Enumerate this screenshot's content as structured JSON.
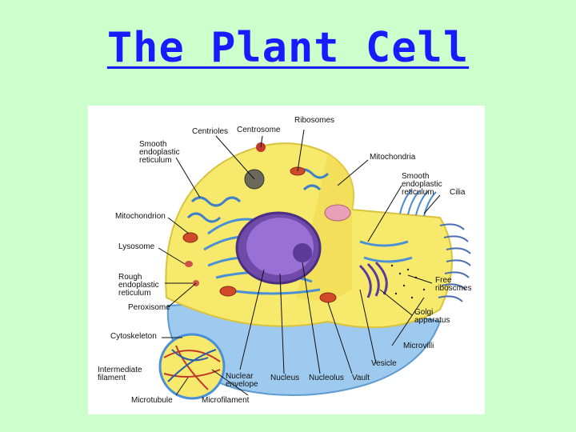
{
  "slide": {
    "title": "The Plant Cell",
    "background": "#ccffcc",
    "title_color": "#1a1aff"
  },
  "diagram": {
    "labels": {
      "centrioles": "Centrioles",
      "centrosome": "Centrosome",
      "ribosomes": "Ribosomes",
      "smooth_er_left": "Smooth\nendoplastic\nreticulum",
      "mitochondria": "Mitochondria",
      "smooth_er_right": "Smooth\nendoplastic\nreticulum",
      "cilia": "Cilia",
      "mitochondrion": "Mitochondrion",
      "lysosome": "Lysosome",
      "rough_er": "Rough\nendoplastic\nreticulum",
      "peroxisome": "Peroxisome",
      "free_ribosomes": "Free\nriboscmes",
      "golgi": "Golgi\napparatus",
      "cytoskeleton": "Cytoskeleton",
      "microvilli": "Microvilli",
      "vesicle": "Vesicle",
      "intermediate_filament": "Intermediate\nfilament",
      "nuclear_envelope": "Nuclear\nenvelope",
      "nucleus": "Nucleus",
      "nucleolus": "Nucleolus",
      "vault": "Vault",
      "microtubule": "Microtubule",
      "microfilament": "Microfilament"
    },
    "colors": {
      "cytoplasm": "#f6e96b",
      "membrane": "#7ab8e8",
      "nucleus": "#8a5cc6",
      "mitochondria": "#d04a2a",
      "er": "#4a90d8"
    }
  }
}
